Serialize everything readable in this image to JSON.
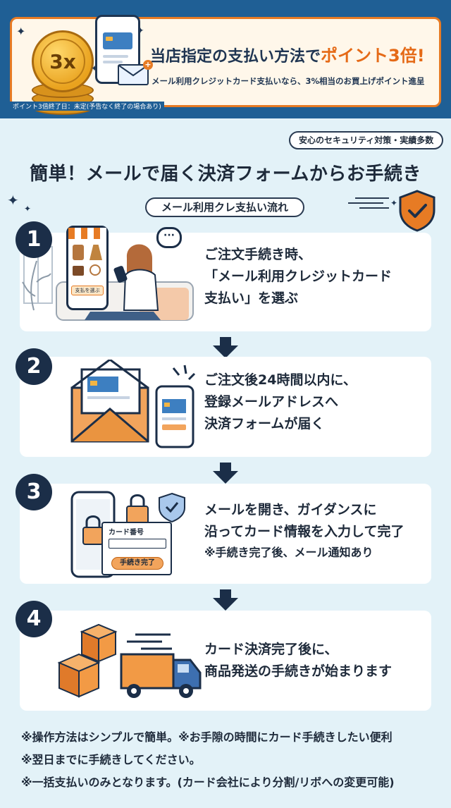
{
  "banner": {
    "coin_label": "3x",
    "headline_prefix": "当店指定の支払い方法で",
    "headline_accent": "ポイント3倍!",
    "subline": "メール利用クレジットカード支払いなら、3%相当のお買上げポイント進呈",
    "campaign_end": "ポイント3倍終了日：未定(予告なく終了の場合あり)"
  },
  "security_badge": "安心のセキュリティ対策・実績多数",
  "main_title": "簡単！メールで届く決済フォームからお手続き",
  "flow_label": "メール利用クレ支払い流れ",
  "steps": [
    {
      "number": "1",
      "lines": [
        "ご注文手続き時、",
        "「メール利用クレジットカード",
        "支払い」を選ぶ"
      ],
      "illus_button": "支払を選ぶ"
    },
    {
      "number": "2",
      "lines": [
        "ご注文後24時間以内に、",
        "登録メールアドレスへ",
        "決済フォームが届く"
      ]
    },
    {
      "number": "3",
      "lines": [
        "メールを開き、ガイダンスに",
        "沿ってカード情報を入力して完了"
      ],
      "note": "※手続き完了後、メール通知あり",
      "card_label": "カード番号",
      "complete_button": "手続き完了"
    },
    {
      "number": "4",
      "lines": [
        "カード決済完了後に、",
        "商品発送の手続きが始まります"
      ]
    }
  ],
  "notes": [
    "※操作方法はシンプルで簡単。※お手隙の時間にカード手続きしたい便利",
    "※翌日までに手続きしてください。",
    "※一括支払いのみとなります。(カード会社により分割/リボへの変更可能)"
  ],
  "colors": {
    "navy": "#1b2e48",
    "orange": "#e77b24",
    "banner_blue": "#1f5f95",
    "background": "#e3f2f8"
  }
}
